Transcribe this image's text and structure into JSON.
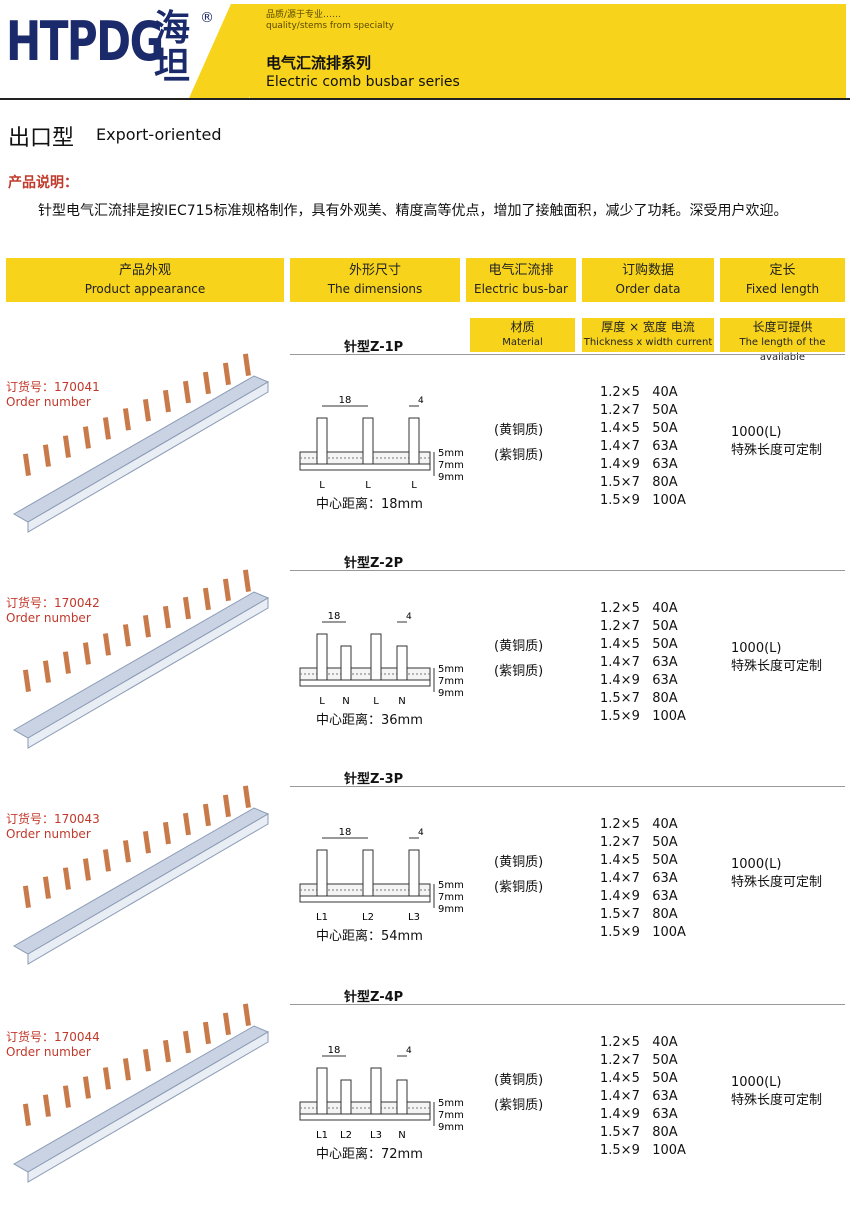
{
  "brand": {
    "logo_text": "HTPDG",
    "logo_cn": "海坦",
    "reg": "®",
    "slogan_cn": "品质/源于专业……",
    "slogan_en": "quality/stems from specialty"
  },
  "series": {
    "cn": "电气汇流排系列",
    "en": "Electric comb busbar series"
  },
  "title": {
    "cn": "出口型",
    "en": "Export-oriented"
  },
  "description": {
    "heading": "产品说明：",
    "text": "针型电气汇流排是按IEC715标准规格制作，具有外观美、精度高等优点，增加了接触面积，减少了功耗。深受用户欢迎。"
  },
  "table_header": [
    {
      "cn": "产品外观",
      "en": "Product appearance"
    },
    {
      "cn": "外形尺寸",
      "en": "The dimensions"
    },
    {
      "cn": "电气汇流排",
      "en": "Electric bus-bar"
    },
    {
      "cn": "订购数据",
      "en": "Order data"
    },
    {
      "cn": "定长",
      "en": "Fixed length"
    }
  ],
  "sub_header": [
    {
      "cn": "材质",
      "en": "Material"
    },
    {
      "cn": "厚度 × 宽度  电流",
      "en": "Thickness x width   current"
    },
    {
      "cn": "长度可提供",
      "en": "The length of the available"
    }
  ],
  "dim_labels": {
    "a": "5mm",
    "b": "7mm",
    "c": "9mm",
    "pitch": "18",
    "pin": "4"
  },
  "products": [
    {
      "name": "针型Z-1P",
      "order_cn": "订货号：170041",
      "order_en": "Order number",
      "poles": [
        "L",
        "L",
        "L"
      ],
      "center": "中心距离：18mm"
    },
    {
      "name": "针型Z-2P",
      "order_cn": "订货号：170042",
      "order_en": "Order number",
      "poles": [
        "L",
        "N",
        "L",
        "N"
      ],
      "center": "中心距离：36mm"
    },
    {
      "name": "针型Z-3P",
      "order_cn": "订货号：170043",
      "order_en": "Order number",
      "poles": [
        "L1",
        "L2",
        "L3"
      ],
      "center": "中心距离：54mm"
    },
    {
      "name": "针型Z-4P",
      "order_cn": "订货号：170044",
      "order_en": "Order number",
      "poles": [
        "L1",
        "L2",
        "L3",
        "N"
      ],
      "center": "中心距离：72mm"
    }
  ],
  "materials": [
    "(黄铜质)",
    "(紫铜质)"
  ],
  "specs": [
    "1.2×5   40A",
    "1.2×7   50A",
    "1.4×5   50A",
    "1.4×7   63A",
    "1.4×9   63A",
    "1.5×7   80A",
    "1.5×9   100A"
  ],
  "length": {
    "value": "1000(L)",
    "note": "特殊长度可定制"
  },
  "colors": {
    "yellow": "#f7d31b",
    "navy": "#1b2a6b",
    "red": "#c0392b",
    "copper": "#c97a4a",
    "bar": "#c9d3e3"
  }
}
